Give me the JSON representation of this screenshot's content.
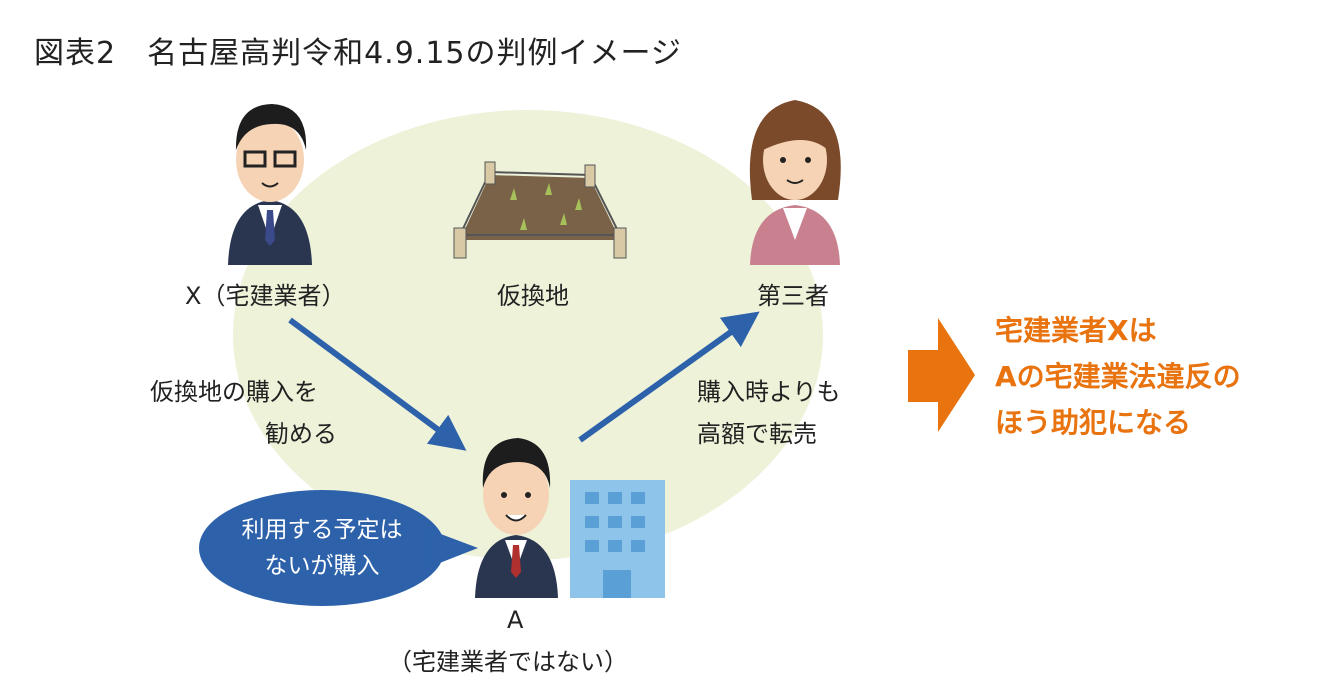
{
  "title": "図表2　名古屋高判令和4.9.15の判例イメージ",
  "people": {
    "x_label": "X（宅建業者）",
    "land_label": "仮換地",
    "third_label": "第三者",
    "a_label_1": "A",
    "a_label_2": "（宅建業者ではない）"
  },
  "arrows": {
    "recommend_1": "仮換地の購入を",
    "recommend_2": "勧める",
    "resale_1": "購入時よりも",
    "resale_2": "高額で転売"
  },
  "bubble": {
    "line1": "利用する予定は",
    "line2": "ないが購入"
  },
  "conclusion": {
    "line1": "宅建業者Xは",
    "line2": "Aの宅建業法違反の",
    "line3": "ほう助犯になる"
  },
  "colors": {
    "accent_blue": "#2d62ab",
    "orange": "#e8730f",
    "circle": "#eef2d9"
  }
}
